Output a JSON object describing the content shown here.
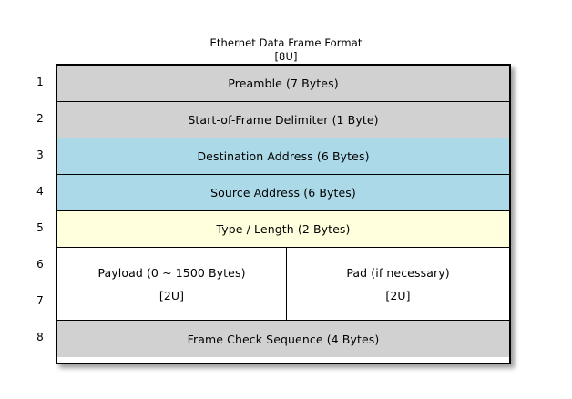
{
  "diagram": {
    "title": "Ethernet Data Frame Format",
    "title_tag": "[8U]",
    "row_numbers": [
      "1",
      "2",
      "3",
      "4",
      "5",
      "6",
      "7",
      "8"
    ],
    "colors": {
      "grey": "#d1d1d1",
      "blue": "#abd9e8",
      "yellow": "#ffffdd",
      "white": "#ffffff",
      "border": "#000000",
      "background": "#ffffff"
    },
    "rows": [
      {
        "number": "1",
        "label": "Preamble (7 Bytes)",
        "color": "grey"
      },
      {
        "number": "2",
        "label": "Start-of-Frame Delimiter (1 Byte)",
        "color": "grey"
      },
      {
        "number": "3",
        "label": "Destination Address (6 Bytes)",
        "color": "blue"
      },
      {
        "number": "4",
        "label": "Source Address (6 Bytes)",
        "color": "blue"
      },
      {
        "number": "5",
        "label": "Type / Length (2 Bytes)",
        "color": "yellow"
      },
      {
        "number": "6-7",
        "color": "white",
        "split": true,
        "left": {
          "label": "Payload (0 ~ 1500 Bytes)",
          "tag": "[2U]"
        },
        "right": {
          "label": "Pad (if necessary)",
          "tag": "[2U]"
        }
      },
      {
        "number": "8",
        "label": "Frame Check Sequence (4 Bytes)",
        "color": "grey"
      }
    ]
  }
}
